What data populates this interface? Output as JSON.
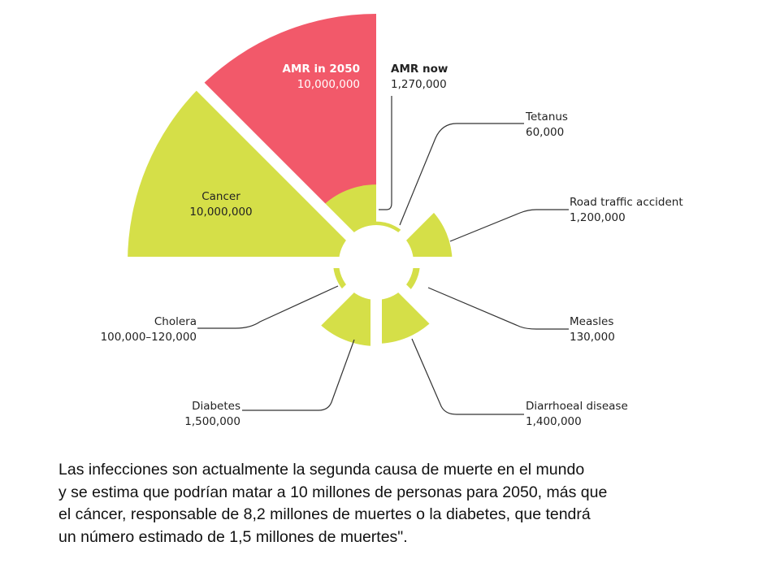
{
  "chart_data": {
    "type": "polar-area",
    "colors": {
      "infection": "#f2596a",
      "other": "#d5df48"
    },
    "sectors": [
      {
        "key": "amr2050",
        "name": "AMR in 2050",
        "label": "10,000,000",
        "value": 10000000,
        "start": -45,
        "color": "#f2596a"
      },
      {
        "key": "cancer",
        "name": "Cancer",
        "label": "10,000,000",
        "value": 10000000,
        "start": -90,
        "color": "#d5df48"
      },
      {
        "key": "tetanus",
        "name": "Tetanus",
        "label": "60,000",
        "value": 60000,
        "start": 0,
        "color": "#d5df48"
      },
      {
        "key": "road",
        "name": "Road traffic accident",
        "label": "1,200,000",
        "value": 1200000,
        "start": 45,
        "color": "#d5df48"
      },
      {
        "key": "measles",
        "name": "Measles",
        "label": "130,000",
        "value": 130000,
        "start": 90,
        "color": "#d5df48"
      },
      {
        "key": "diarrhoeal",
        "name": "Diarrhoeal disease",
        "label": "1,400,000",
        "value": 1400000,
        "start": 135,
        "color": "#d5df48"
      },
      {
        "key": "diabetes",
        "name": "Diabetes",
        "label": "1,500,000",
        "value": 1500000,
        "start": 180,
        "color": "#d5df48"
      },
      {
        "key": "cholera",
        "name": "Cholera",
        "label": "100,000–120,000",
        "value": 110000,
        "start": 225,
        "color": "#d5df48"
      },
      {
        "key": "amrnow",
        "name": "AMR now",
        "label": "1,270,000",
        "value": 1270000,
        "start": -45,
        "color": "#d5df48"
      }
    ]
  },
  "caption": [
    "Las infecciones son actualmente la segunda causa de muerte en el mundo",
    "y se estima que podrían matar a 10 millones de personas para 2050, más que",
    "el cáncer, responsable de 8,2 millones de muertes o la diabetes, que tendrá",
    "un número estimado de 1,5 millones de muertes\"."
  ]
}
